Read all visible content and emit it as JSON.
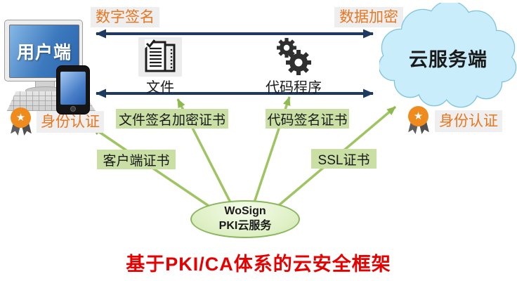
{
  "diagram": {
    "title": "基于PKI/CA体系的云安全框架",
    "client": {
      "label": "用户端",
      "auth": "身份认证"
    },
    "server": {
      "label": "云服务端",
      "auth": "身份认证"
    },
    "flows": {
      "digital_signature": "数字签名",
      "data_encryption": "数据加密"
    },
    "payloads": {
      "file": "文件",
      "code": "代码程序"
    },
    "certificates": {
      "file": "文件签名加密证书",
      "code": "代码签名证书",
      "client": "客户端证书",
      "ssl": "SSL证书"
    },
    "hub": {
      "line1": "WoSign",
      "line2": "PKI云服务"
    },
    "icons": {
      "badge_star": "★"
    },
    "colors": {
      "arrow_navy": "#1f3a60",
      "accent_orange": "#e87722",
      "flow_label_bg": "#eeeeee",
      "cert_box_bg": "#c9dfa4",
      "connector_green": "#9fc462",
      "cloud_fill": "#c9edfb",
      "cloud_border": "#7fc3dd",
      "hub_border": "#8bb55e",
      "title_red": "#e60000"
    }
  }
}
